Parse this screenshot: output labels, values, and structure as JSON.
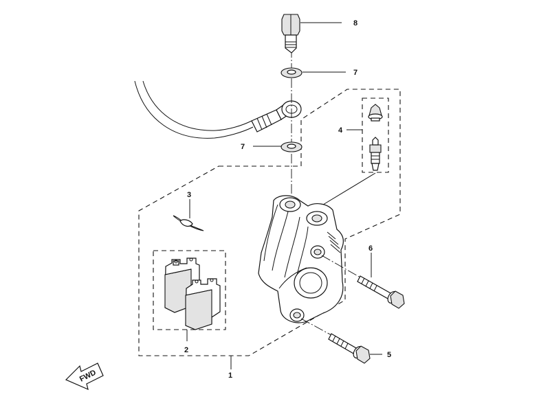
{
  "labels": {
    "caliper_assembly": "1",
    "pad_kit": "2",
    "pad_pin_clip": "3",
    "bleed_screw_kit": "4",
    "bolt_lower": "5",
    "bolt_upper": "6",
    "copper_washer": "7",
    "union_bolt": "8"
  },
  "direction_arrow": "FWD",
  "colors": {
    "line": "#111111",
    "fill": "#ffffff",
    "shade": "#e3e3e3"
  }
}
